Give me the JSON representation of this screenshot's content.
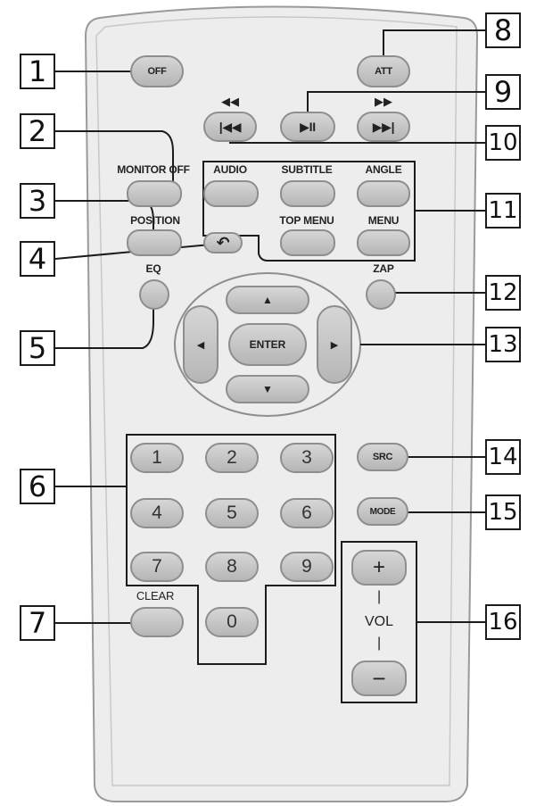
{
  "callouts": [
    "1",
    "2",
    "3",
    "4",
    "5",
    "6",
    "7",
    "8",
    "9",
    "10",
    "11",
    "12",
    "13",
    "14",
    "15",
    "16"
  ],
  "labels": {
    "off": "OFF",
    "att": "ATT",
    "monitor_off": "MONITOR OFF",
    "position": "POSITION",
    "eq": "EQ",
    "zap": "ZAP",
    "audio": "AUDIO",
    "subtitle": "SUBTITLE",
    "angle": "ANGLE",
    "top_menu": "TOP MENU",
    "menu": "MENU",
    "enter": "ENTER",
    "src": "SRC",
    "mode": "MODE",
    "clear": "CLEAR",
    "vol": "VOL"
  },
  "glyphs": {
    "rewind": "◀◀",
    "fast_forward": "▶▶",
    "prev": "|◀◀",
    "play_pause": "▶II",
    "next": "▶▶|",
    "back": "↶",
    "up": "▲",
    "down": "▼",
    "left": "◀",
    "right": "▶",
    "plus": "+",
    "minus": "−",
    "vol_bar": "|"
  },
  "numpad": [
    "1",
    "2",
    "3",
    "4",
    "5",
    "6",
    "7",
    "8",
    "9",
    "0"
  ]
}
